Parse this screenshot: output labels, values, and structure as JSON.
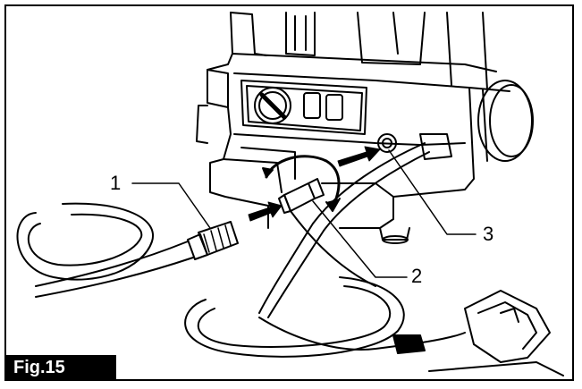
{
  "figure": {
    "label": "Fig.15",
    "callouts": [
      "1",
      "2",
      "3"
    ],
    "line_color": "#000000",
    "background_color": "#ffffff"
  }
}
